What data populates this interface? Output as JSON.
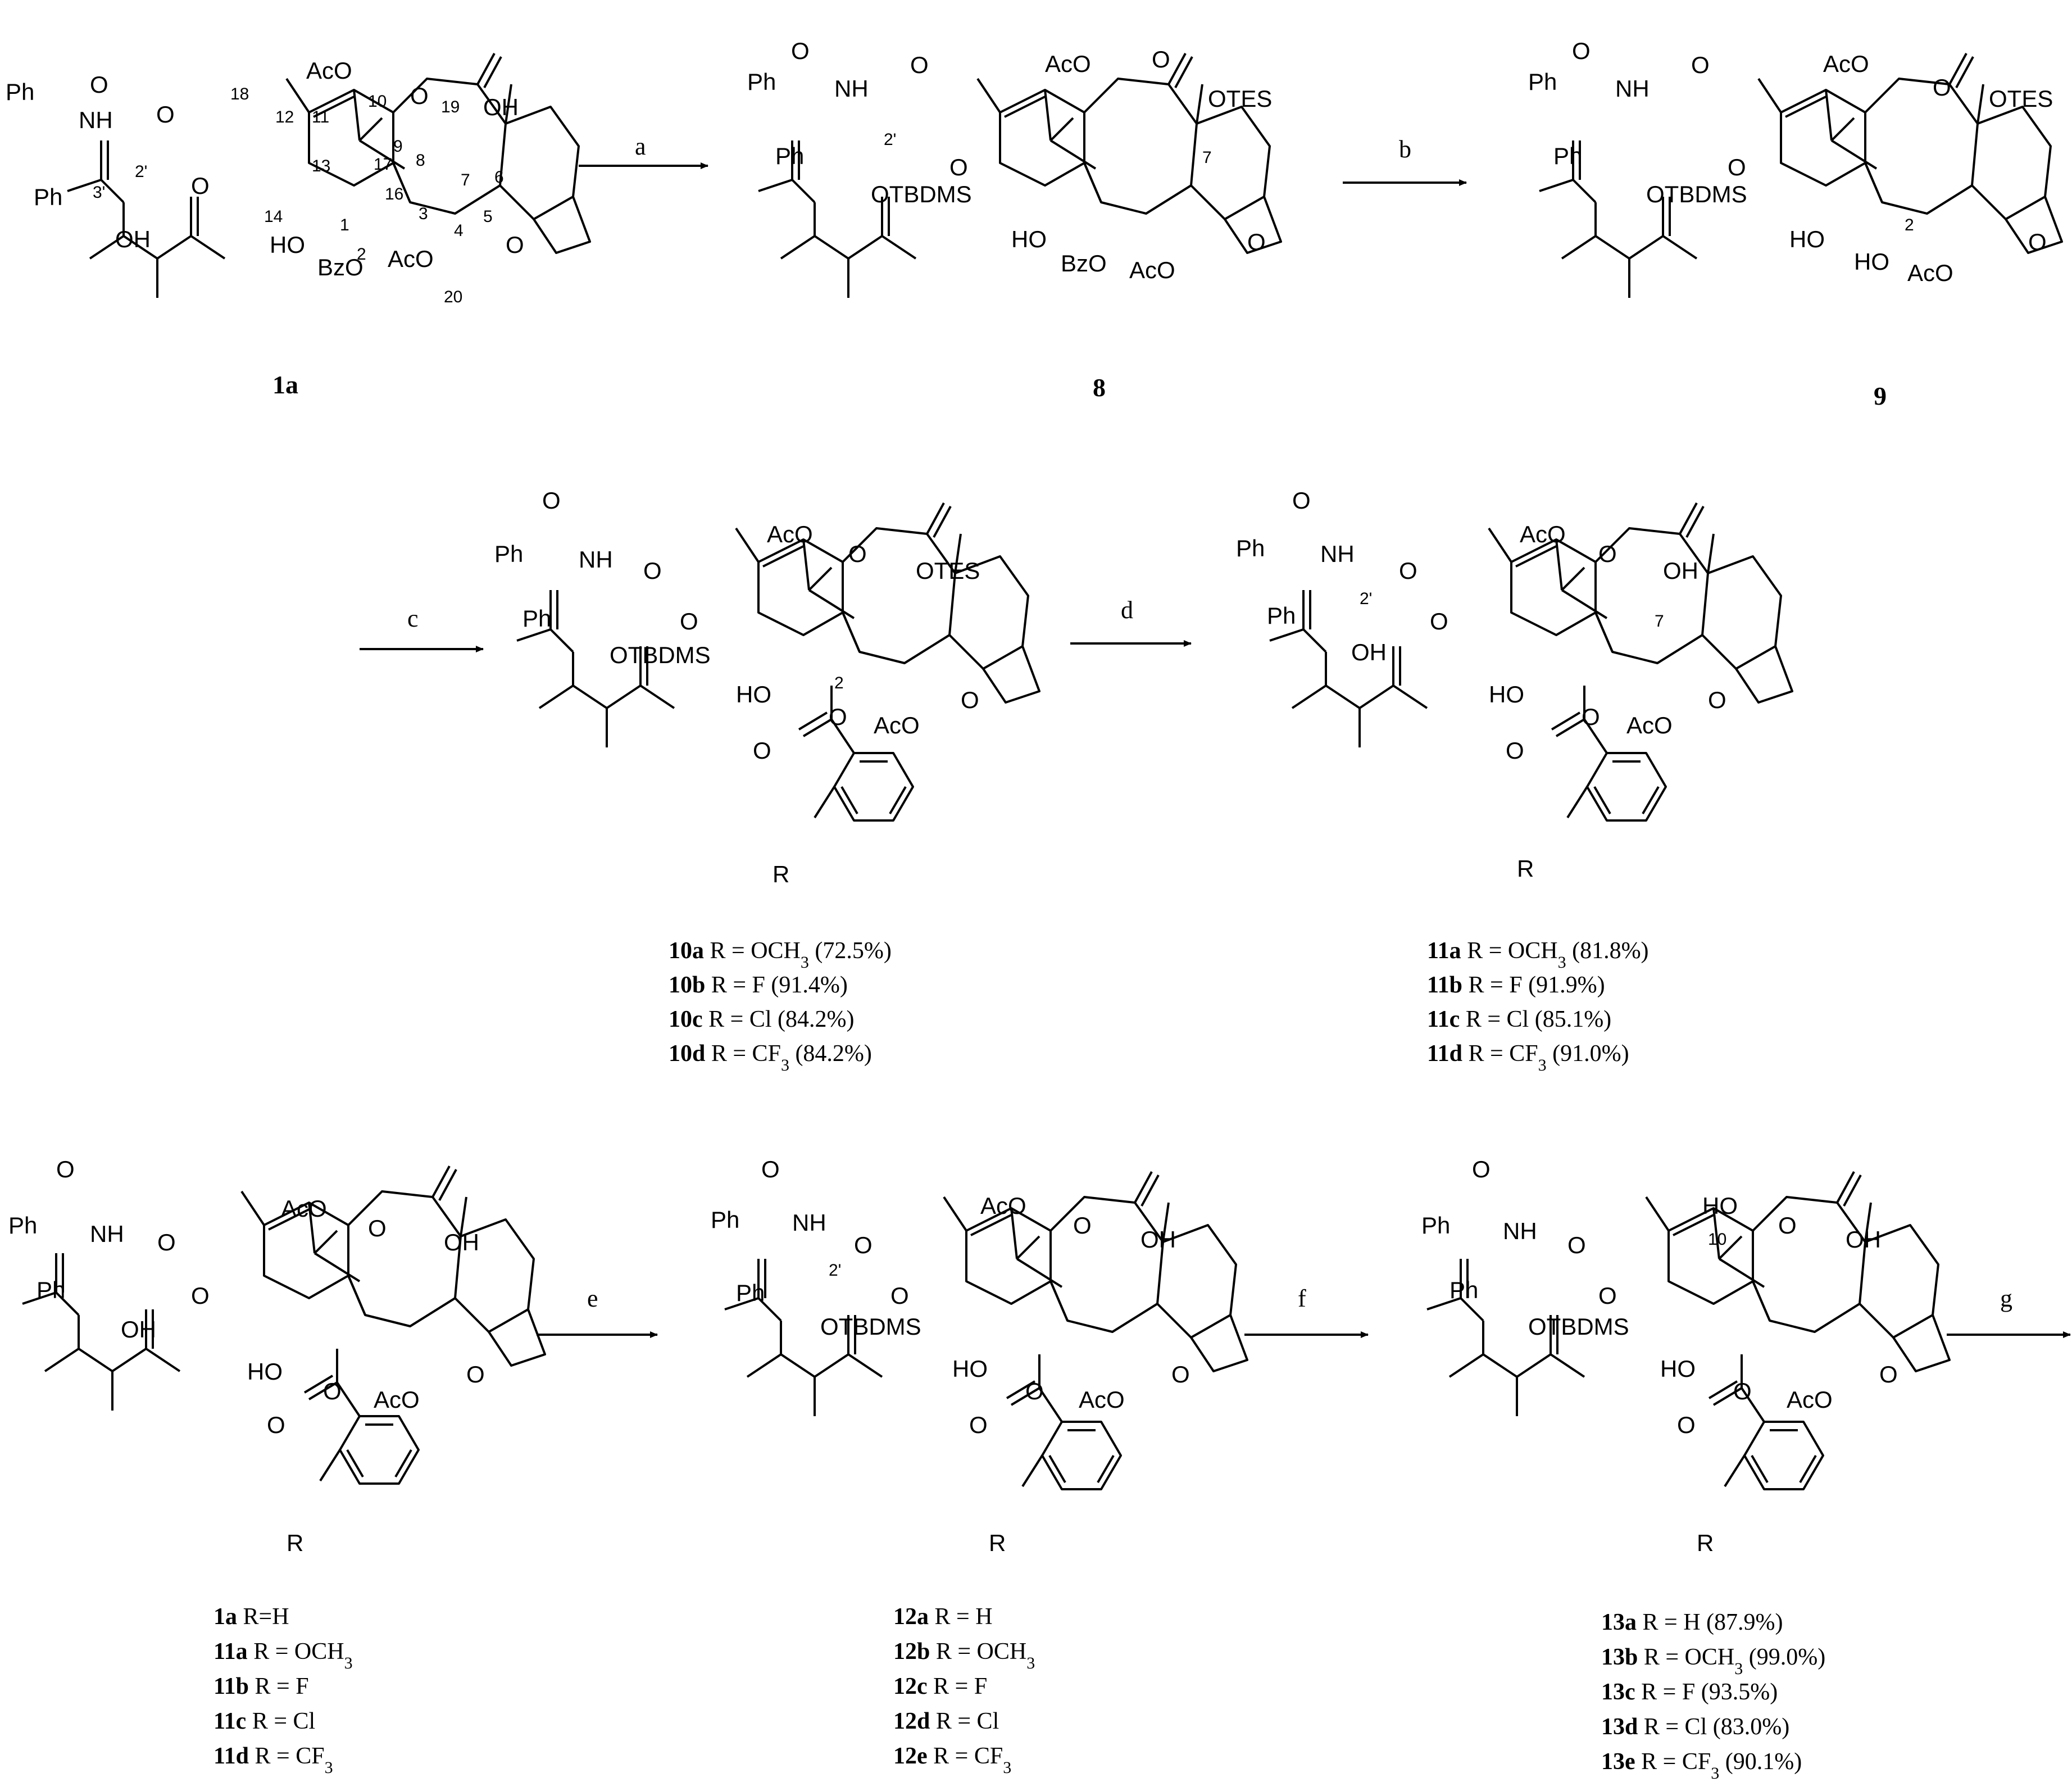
{
  "reagents": {
    "a": "a",
    "b": "b",
    "c": "c",
    "d": "d",
    "e": "e",
    "f": "f",
    "g": "g"
  },
  "compounds": {
    "c1a": {
      "id": "1a"
    },
    "c8": {
      "id": "8"
    },
    "c9": {
      "id": "9"
    }
  },
  "groups": {
    "ph": "Ph",
    "nh": "NH",
    "oh": "OH",
    "aco": "AcO",
    "bzo": "BzO",
    "ho": "HO",
    "otes": "OTES",
    "otbdms": "OTBDMS",
    "o": "O",
    "r": "R"
  },
  "atom_numbers": {
    "n18": "18",
    "n12": "12",
    "n11": "11",
    "n10": "10",
    "n9": "9",
    "n19": "19",
    "n13": "13",
    "n17": "17",
    "n8": "8",
    "n7": "7",
    "n6": "6",
    "n14": "14",
    "n16": "16",
    "n3": "3",
    "n1": "1",
    "n2": "2",
    "n4": "4",
    "n5": "5",
    "n20": "20",
    "n3p": "3'",
    "n2p": "2'"
  },
  "series": {
    "s10": [
      {
        "id": "10a",
        "rest": "R = OCH",
        "sub": "3",
        "tail": " (72.5%)"
      },
      {
        "id": "10b",
        "rest": "R = F (91.4%)",
        "sub": "",
        "tail": ""
      },
      {
        "id": "10c",
        "rest": "R = Cl (84.2%)",
        "sub": "",
        "tail": ""
      },
      {
        "id": "10d",
        "rest": "R = CF",
        "sub": "3",
        "tail": " (84.2%)"
      }
    ],
    "s11": [
      {
        "id": "11a",
        "rest": "R = OCH",
        "sub": "3",
        "tail": " (81.8%)"
      },
      {
        "id": "11b",
        "rest": "R = F (91.9%)",
        "sub": "",
        "tail": ""
      },
      {
        "id": "11c",
        "rest": "R = Cl (85.1%)",
        "sub": "",
        "tail": ""
      },
      {
        "id": "11d",
        "rest": "R = CF",
        "sub": "3",
        "tail": " (91.0%)"
      }
    ],
    "sIn": [
      {
        "id": "1a",
        "rest": "R=H",
        "sub": "",
        "tail": ""
      },
      {
        "id": "11a",
        "rest": "R = OCH",
        "sub": "3",
        "tail": ""
      },
      {
        "id": "11b",
        "rest": "R = F",
        "sub": "",
        "tail": ""
      },
      {
        "id": "11c",
        "rest": "R = Cl",
        "sub": "",
        "tail": ""
      },
      {
        "id": "11d",
        "rest": "R = CF",
        "sub": "3",
        "tail": ""
      }
    ],
    "s12": [
      {
        "id": "12a",
        "rest": "R = H",
        "sub": "",
        "tail": ""
      },
      {
        "id": "12b",
        "rest": "R = OCH",
        "sub": "3",
        "tail": ""
      },
      {
        "id": "12c",
        "rest": "R = F",
        "sub": "",
        "tail": ""
      },
      {
        "id": "12d",
        "rest": "R = Cl",
        "sub": "",
        "tail": ""
      },
      {
        "id": "12e",
        "rest": "R = CF",
        "sub": "3",
        "tail": ""
      }
    ],
    "s13": [
      {
        "id": "13a",
        "rest": "R = H (87.9%)",
        "sub": "",
        "tail": ""
      },
      {
        "id": "13b",
        "rest": "R = OCH",
        "sub": "3",
        "tail": " (99.0%)"
      },
      {
        "id": "13c",
        "rest": "R = F (93.5%)",
        "sub": "",
        "tail": ""
      },
      {
        "id": "13d",
        "rest": "R = Cl (83.0%)",
        "sub": "",
        "tail": ""
      },
      {
        "id": "13e",
        "rest": "R = CF",
        "sub": "3",
        "tail": " (90.1%)"
      }
    ]
  }
}
